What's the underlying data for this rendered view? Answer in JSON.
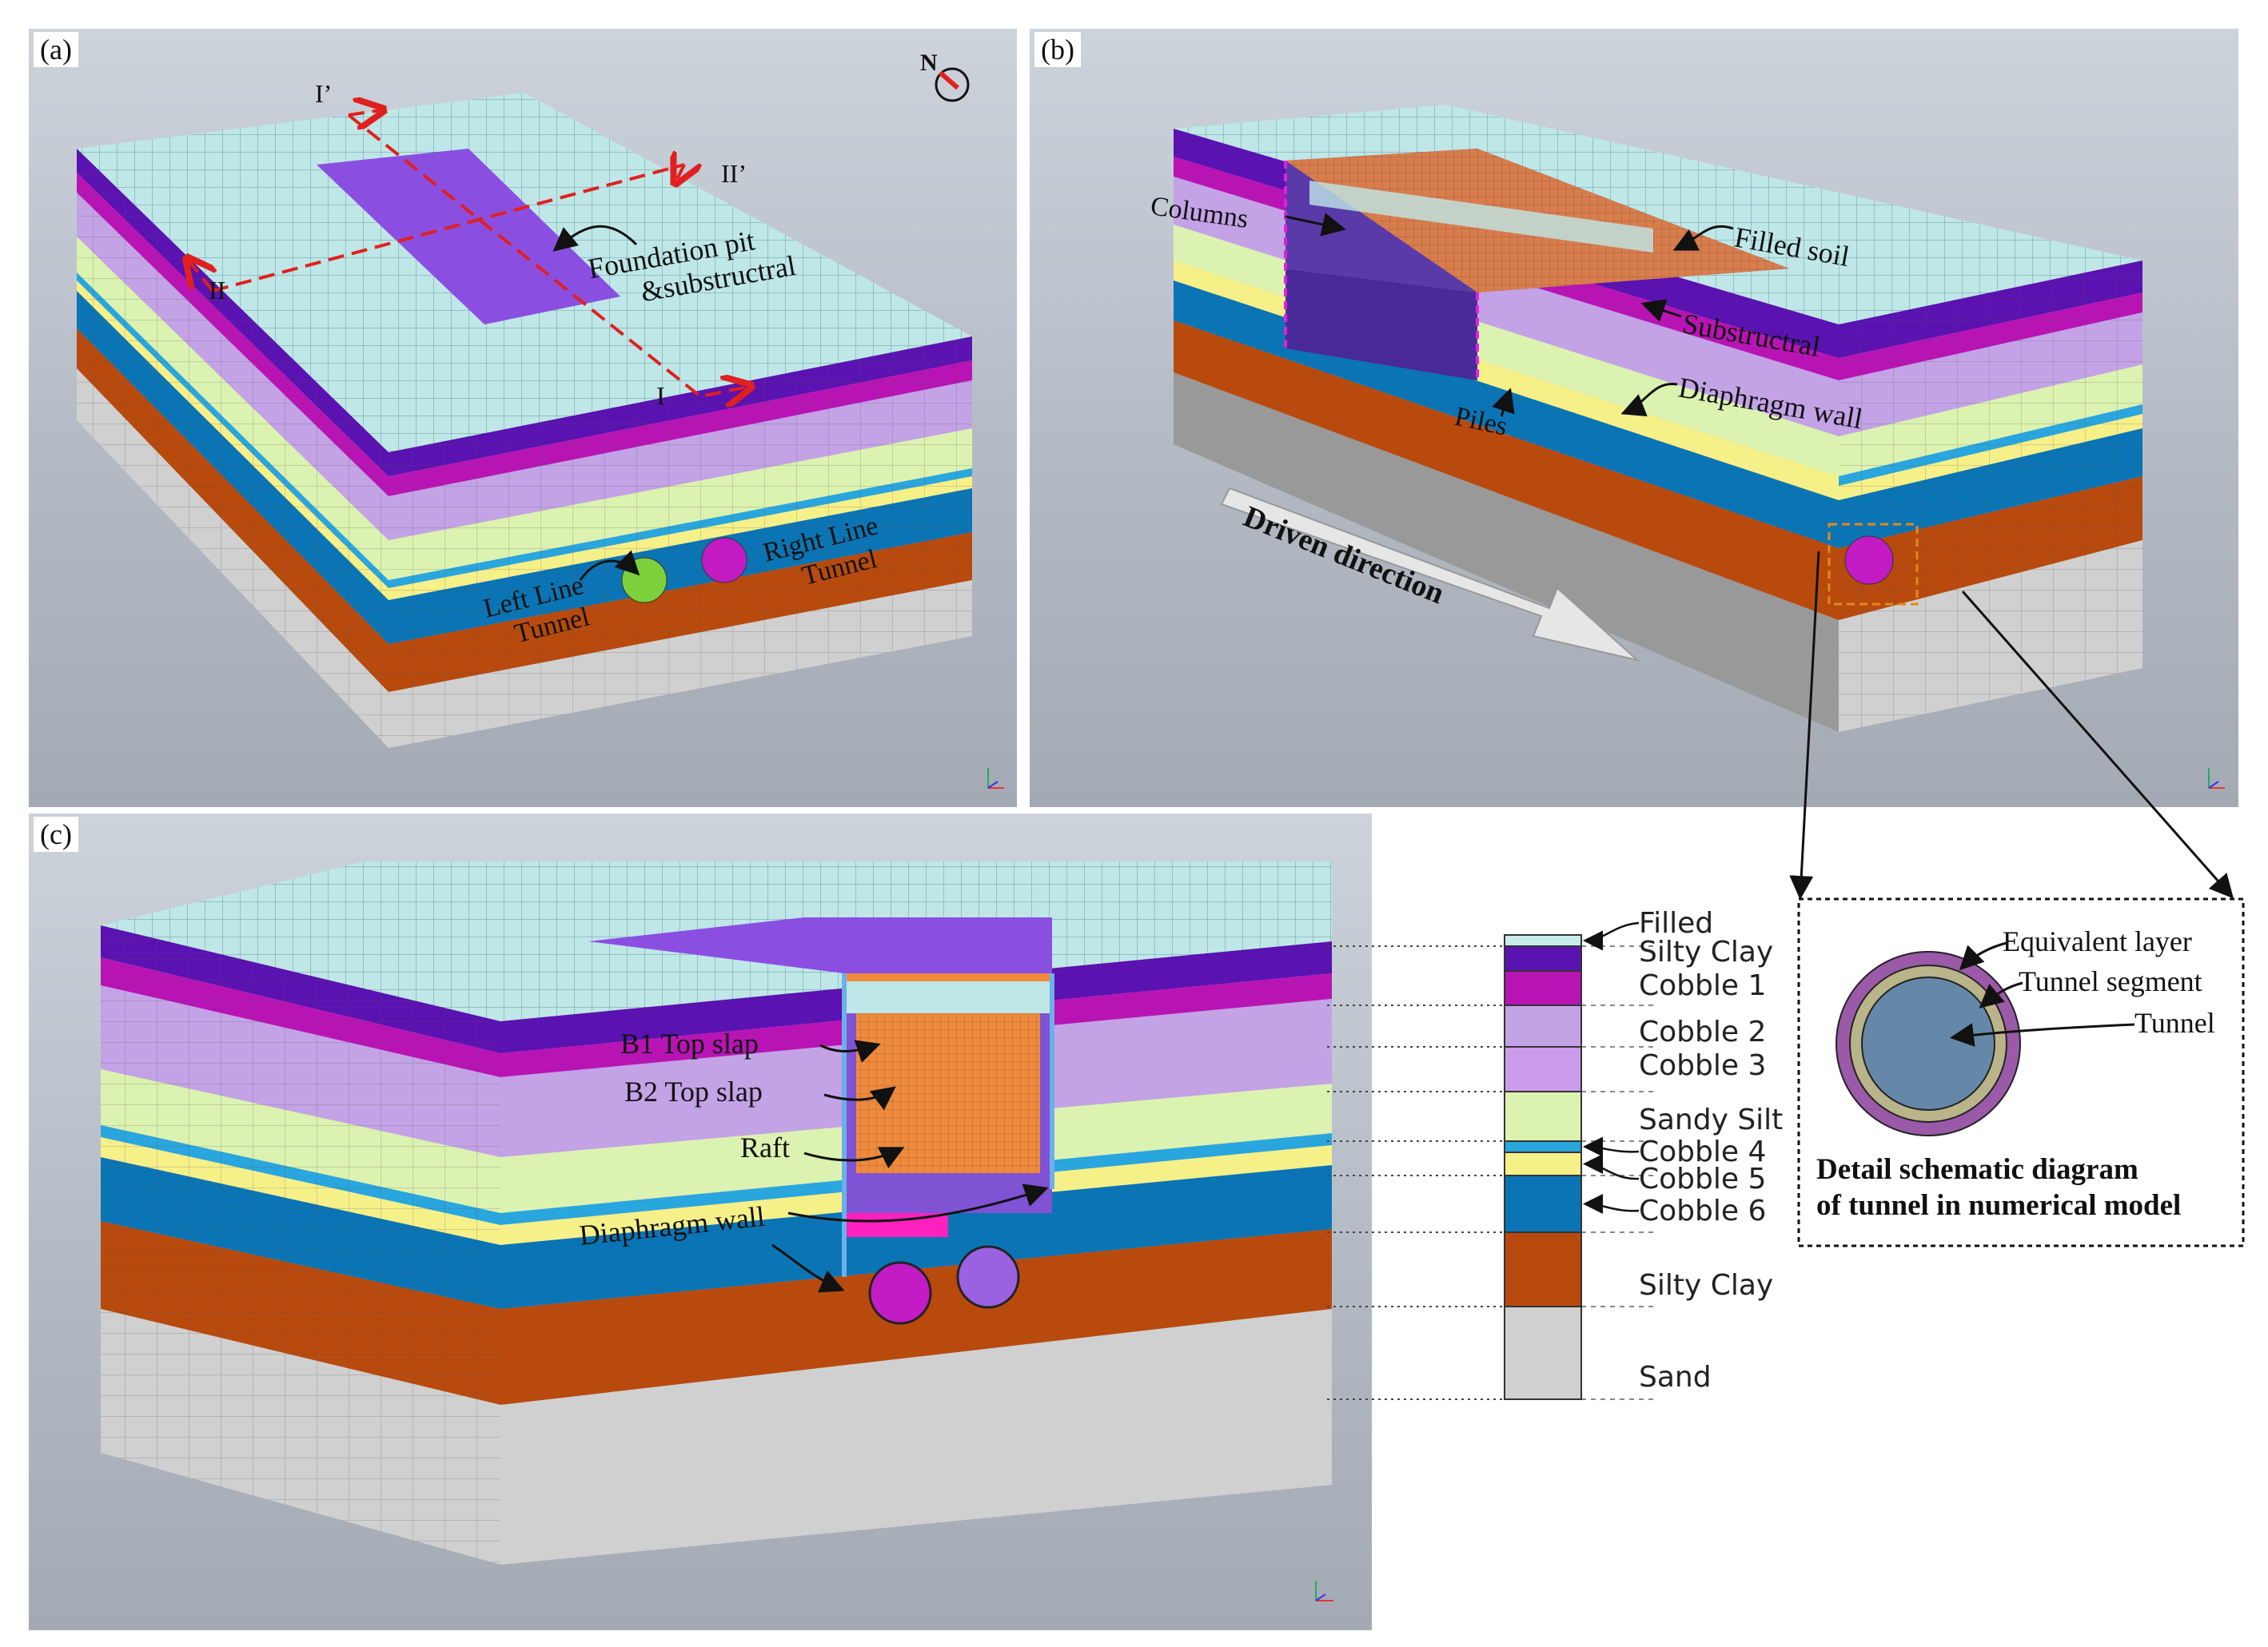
{
  "panels": {
    "a": {
      "tag": "(a)",
      "compass": "N",
      "section_1": "I",
      "section_1p": "I’",
      "section_2": "II",
      "section_2p": "II’",
      "foundation_pit_1": "Foundation pit",
      "foundation_pit_2": "&substructral",
      "left_tunnel_1": "Left Line",
      "left_tunnel_2": "Tunnel",
      "right_tunnel_1": "Right Line",
      "right_tunnel_2": "Tunnel"
    },
    "b": {
      "tag": "(b)",
      "columns": "Columns",
      "filled_soil": "Filled soil",
      "substructral": "Substructral",
      "diaphragm_wall": "Diaphragm wall",
      "piles": "Piles",
      "driven_direction": "Driven direction"
    },
    "c": {
      "tag": "(c)",
      "b1_top_slap": "B1 Top slap",
      "b2_top_slap": "B2 Top slap",
      "raft": "Raft",
      "diaphragm_wall": "Diaphragm wall"
    }
  },
  "legend": [
    {
      "label": "Filled",
      "color": "#c8ecec"
    },
    {
      "label": "Silty Clay",
      "color": "#5a12b0"
    },
    {
      "label": "Cobble 1",
      "color": "#b814b4"
    },
    {
      "label": "Cobble 2",
      "color": "#c3a2e6"
    },
    {
      "label": "Cobble 3",
      "color": "#cc9cea"
    },
    {
      "label": "Sandy Silt",
      "color": "#dcf2b0"
    },
    {
      "label": "Cobble 4",
      "color": "#29a6dd"
    },
    {
      "label": "Cobble 5",
      "color": "#f6f088"
    },
    {
      "label": "Cobble 6",
      "color": "#0b74b4"
    },
    {
      "label": "Silty Clay",
      "color": "#b84a0e"
    },
    {
      "label": "Sand",
      "color": "#d0d0d0"
    }
  ],
  "detail": {
    "equivalent_layer": "Equivalent layer",
    "tunnel_segment": "Tunnel segment",
    "tunnel": "Tunnel",
    "title_1": "Detail schematic diagram",
    "title_2": "of tunnel in numerical model"
  },
  "colors": {
    "mesh_top": "#bfe7e7",
    "pit": "#8a4fe0",
    "annotation_red": "#e02020",
    "structure_orange": "#f08a3c"
  }
}
